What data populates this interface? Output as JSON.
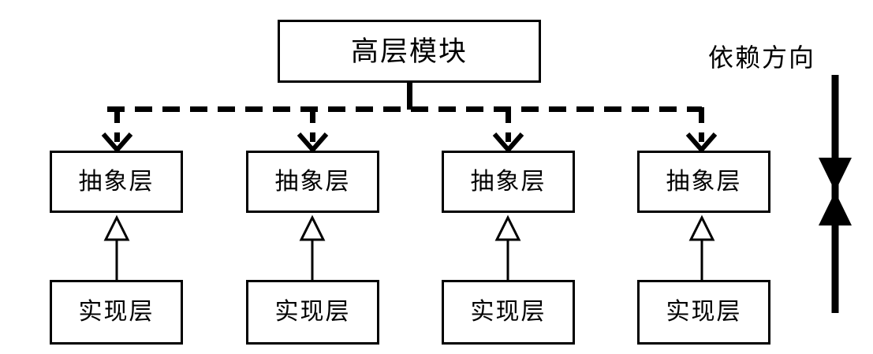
{
  "diagram": {
    "title_text": "",
    "colors": {
      "stroke": "#000000",
      "fill": "#ffffff",
      "background": "#ffffff"
    },
    "top_module": {
      "label": "高层模块"
    },
    "abstraction_layers": [
      {
        "label": "抽象层"
      },
      {
        "label": "抽象层"
      },
      {
        "label": "抽象层"
      },
      {
        "label": "抽象层"
      }
    ],
    "implementation_layers": [
      {
        "label": "实现层"
      },
      {
        "label": "实现层"
      },
      {
        "label": "实现层"
      },
      {
        "label": "实现层"
      }
    ],
    "annotation": {
      "label": "依赖方向"
    },
    "edges": {
      "dependency_style": "dashed-open-arrow",
      "generalization_style": "solid-hollow-triangle",
      "direction_arrow_style": "double-headed-bowtie"
    }
  }
}
